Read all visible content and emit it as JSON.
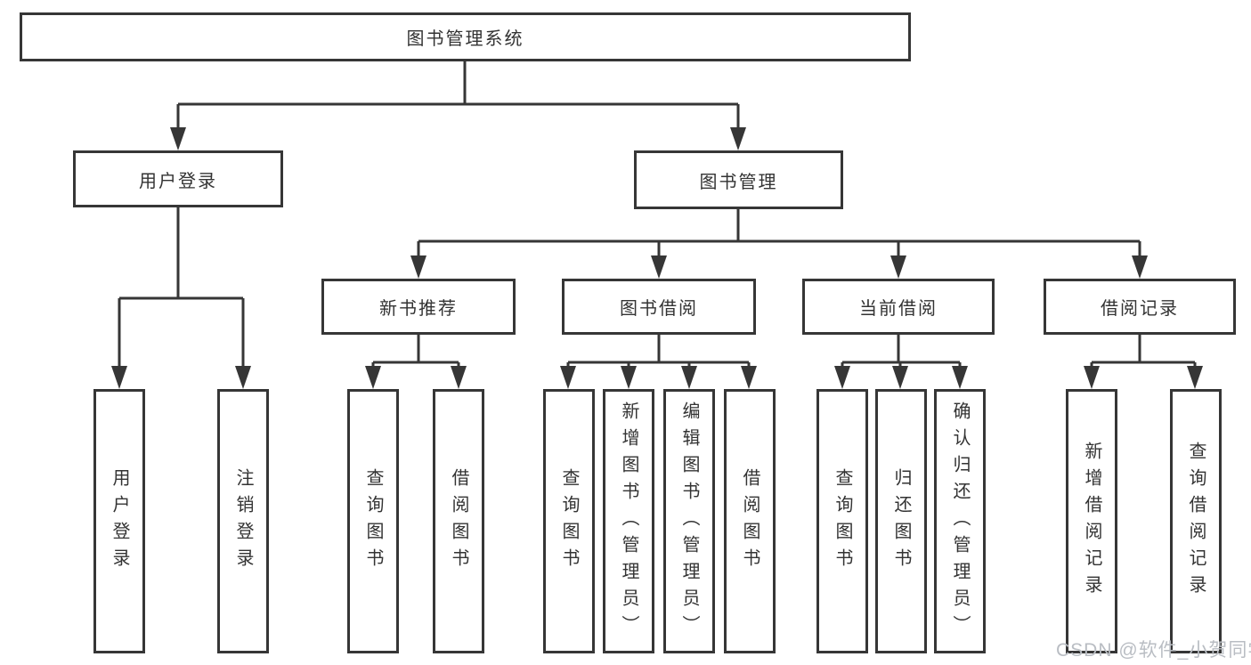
{
  "diagram": {
    "root_label": "图书管理系统",
    "branches": {
      "user_login": "用户登录",
      "book_mgmt": "图书管理"
    },
    "modules": {
      "new_book": "新书推荐",
      "book_borrow": "图书借阅",
      "current_borrow": "当前借阅",
      "borrow_records": "借阅记录"
    },
    "leaves": {
      "user_login": [
        "用户登录",
        "注销登录"
      ],
      "new_book": [
        "查询图书",
        "借阅图书"
      ],
      "book_borrow": [
        "查询图书",
        "新增图书（管理员）",
        "编辑图书（管理员）",
        "借阅图书"
      ],
      "current_borrow": [
        "查询图书",
        "归还图书",
        "确认归还（管理员）"
      ],
      "borrow_records": [
        "新增借阅记录",
        "查询借阅记录"
      ]
    }
  },
  "watermark": {
    "text": "CSDN @软件_小贺同学"
  },
  "colors": {
    "line": "#363636",
    "box_border": "#363636",
    "text": "#333333",
    "watermark": "#b9bdc3",
    "background": "#ffffff"
  }
}
